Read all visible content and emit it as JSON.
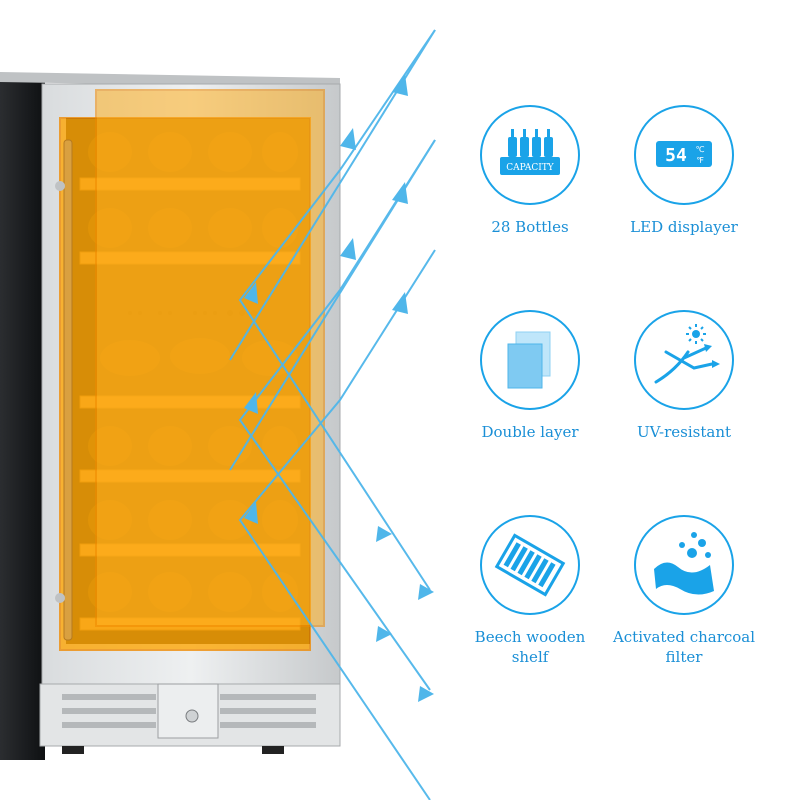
{
  "features": [
    {
      "id": "bottles",
      "icon": "capacity-bottles-icon",
      "label": "28 Bottles",
      "icon_text": "CAPACITY"
    },
    {
      "id": "led",
      "icon": "led-display-icon",
      "label": "LED displayer",
      "icon_text": "54",
      "icon_units": [
        "℃",
        "℉"
      ]
    },
    {
      "id": "double",
      "icon": "double-layer-glass-icon",
      "label": "Double layer"
    },
    {
      "id": "uv",
      "icon": "uv-resistant-icon",
      "label": "UV-resistant"
    },
    {
      "id": "shelf",
      "icon": "beech-shelf-icon",
      "label": "Beech wooden shelf",
      "lines": [
        "Beech wooden",
        "shelf"
      ]
    },
    {
      "id": "charcoal",
      "icon": "charcoal-filter-icon",
      "label": "Activated charcoal filter",
      "lines": [
        "Activated charcoal",
        "filter"
      ]
    }
  ],
  "colors": {
    "accent": "#1aa3e8",
    "text": "#1a8fd6",
    "glass_overlay": "#ffa500",
    "steel": "#c9ccce",
    "wood": "#e6b06a"
  }
}
